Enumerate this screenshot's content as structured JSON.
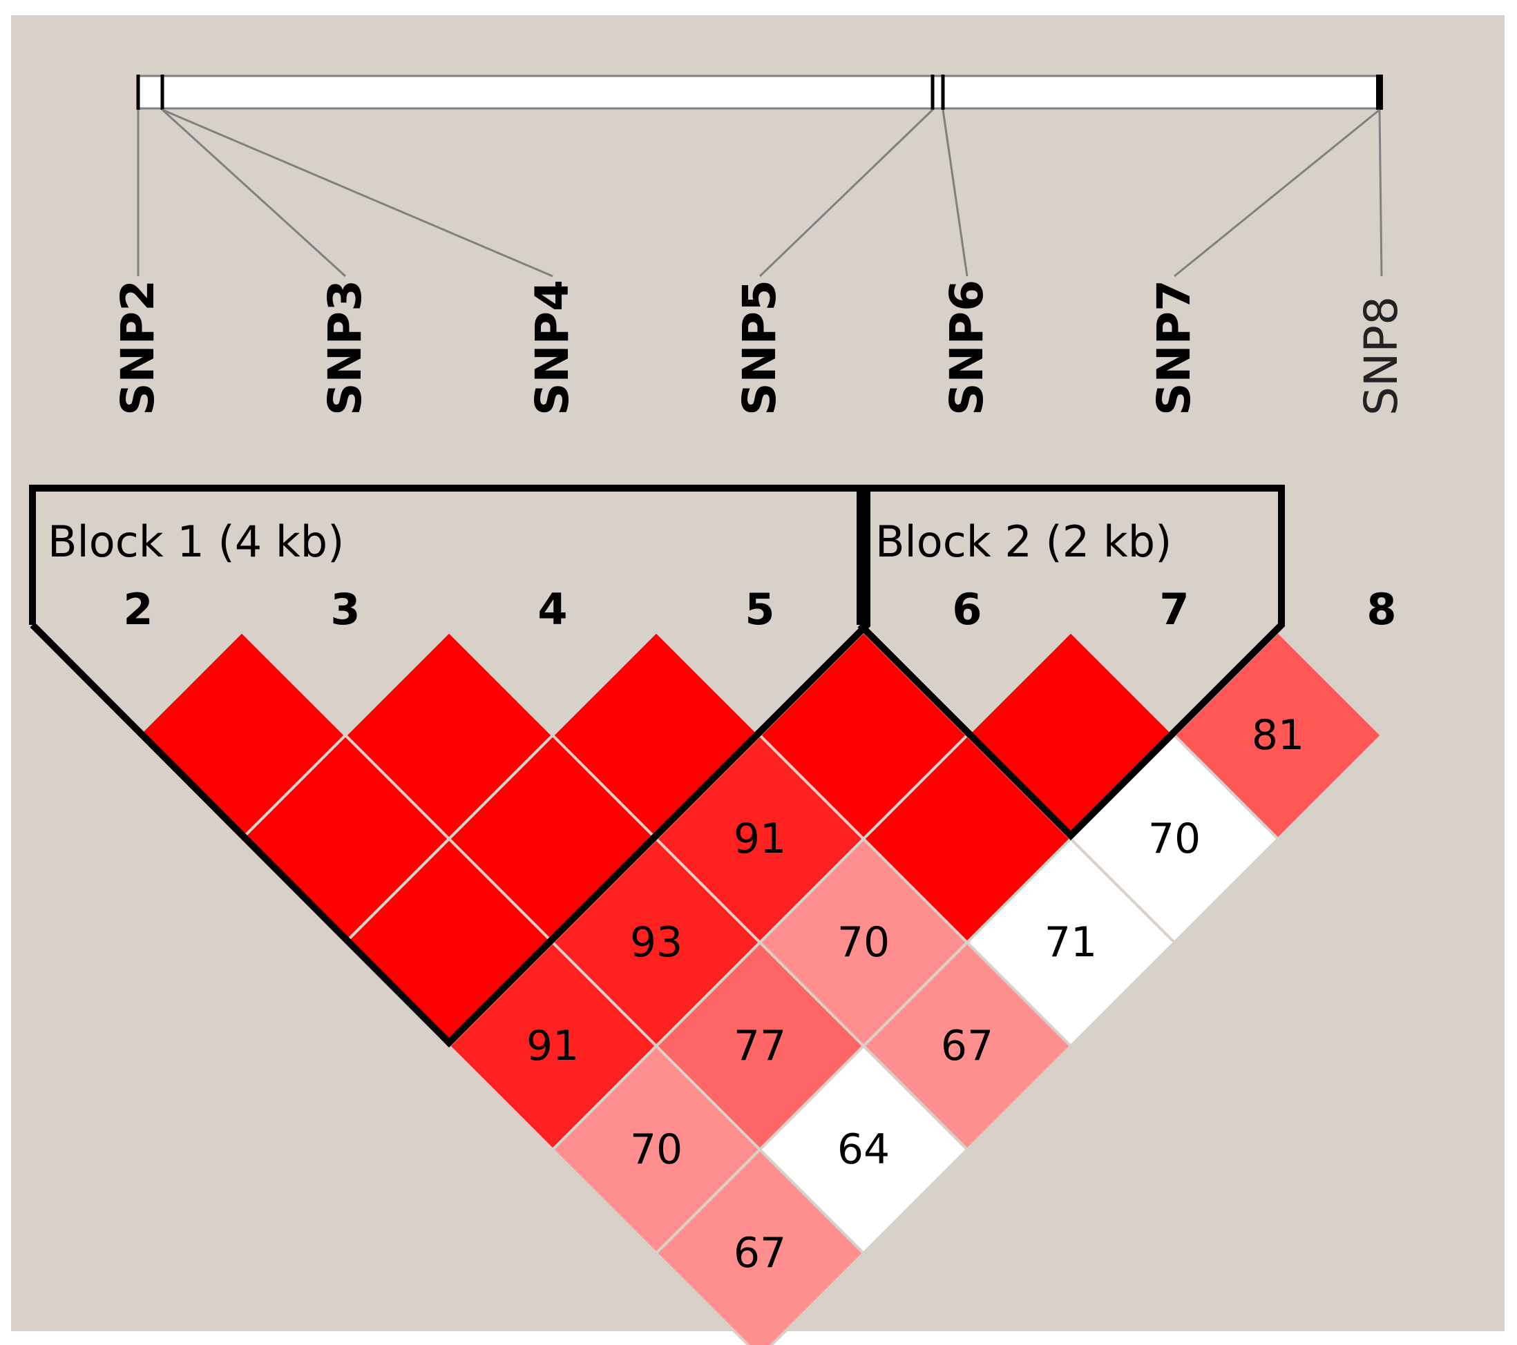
{
  "colors": {
    "background": "#d8d1ca",
    "outer": "#ffffff",
    "strong": "#ff0000",
    "high": "#ff2020",
    "medium": "#ff6666",
    "light": "#ff8e8e",
    "medium_light": "#ff5656",
    "none": "#ffffff",
    "grid": "#d8d1ca",
    "block_outline": "#000000",
    "map_line": "#808080"
  },
  "snps": [
    {
      "name": "SNP2",
      "index": "2",
      "bold": true
    },
    {
      "name": "SNP3",
      "index": "3",
      "bold": true
    },
    {
      "name": "SNP4",
      "index": "4",
      "bold": true
    },
    {
      "name": "SNP5",
      "index": "5",
      "bold": true
    },
    {
      "name": "SNP6",
      "index": "6",
      "bold": true
    },
    {
      "name": "SNP7",
      "index": "7",
      "bold": true
    },
    {
      "name": "SNP8",
      "index": "8",
      "bold": false
    }
  ],
  "blocks": [
    {
      "label": "Block 1 (4 kb)",
      "start": 0,
      "end": 3
    },
    {
      "label": "Block 2 (2 kb)",
      "start": 4,
      "end": 5
    }
  ],
  "ld_cells": [
    {
      "i": 0,
      "j": 1,
      "value": "",
      "color": "strong"
    },
    {
      "i": 1,
      "j": 2,
      "value": "",
      "color": "strong"
    },
    {
      "i": 2,
      "j": 3,
      "value": "",
      "color": "strong"
    },
    {
      "i": 3,
      "j": 4,
      "value": "",
      "color": "strong"
    },
    {
      "i": 4,
      "j": 5,
      "value": "",
      "color": "strong"
    },
    {
      "i": 5,
      "j": 6,
      "value": "81",
      "color": "medium_light"
    },
    {
      "i": 0,
      "j": 2,
      "value": "",
      "color": "strong"
    },
    {
      "i": 1,
      "j": 3,
      "value": "",
      "color": "strong"
    },
    {
      "i": 2,
      "j": 4,
      "value": "91",
      "color": "high"
    },
    {
      "i": 3,
      "j": 5,
      "value": "",
      "color": "strong"
    },
    {
      "i": 4,
      "j": 6,
      "value": "70",
      "color": "none"
    },
    {
      "i": 0,
      "j": 3,
      "value": "",
      "color": "strong"
    },
    {
      "i": 1,
      "j": 4,
      "value": "93",
      "color": "high"
    },
    {
      "i": 2,
      "j": 5,
      "value": "70",
      "color": "light"
    },
    {
      "i": 3,
      "j": 6,
      "value": "71",
      "color": "none"
    },
    {
      "i": 0,
      "j": 4,
      "value": "91",
      "color": "high"
    },
    {
      "i": 1,
      "j": 5,
      "value": "77",
      "color": "medium"
    },
    {
      "i": 2,
      "j": 6,
      "value": "67",
      "color": "light"
    },
    {
      "i": 0,
      "j": 5,
      "value": "70",
      "color": "light"
    },
    {
      "i": 1,
      "j": 6,
      "value": "64",
      "color": "none"
    },
    {
      "i": 0,
      "j": 6,
      "value": "67",
      "color": "light"
    }
  ]
}
